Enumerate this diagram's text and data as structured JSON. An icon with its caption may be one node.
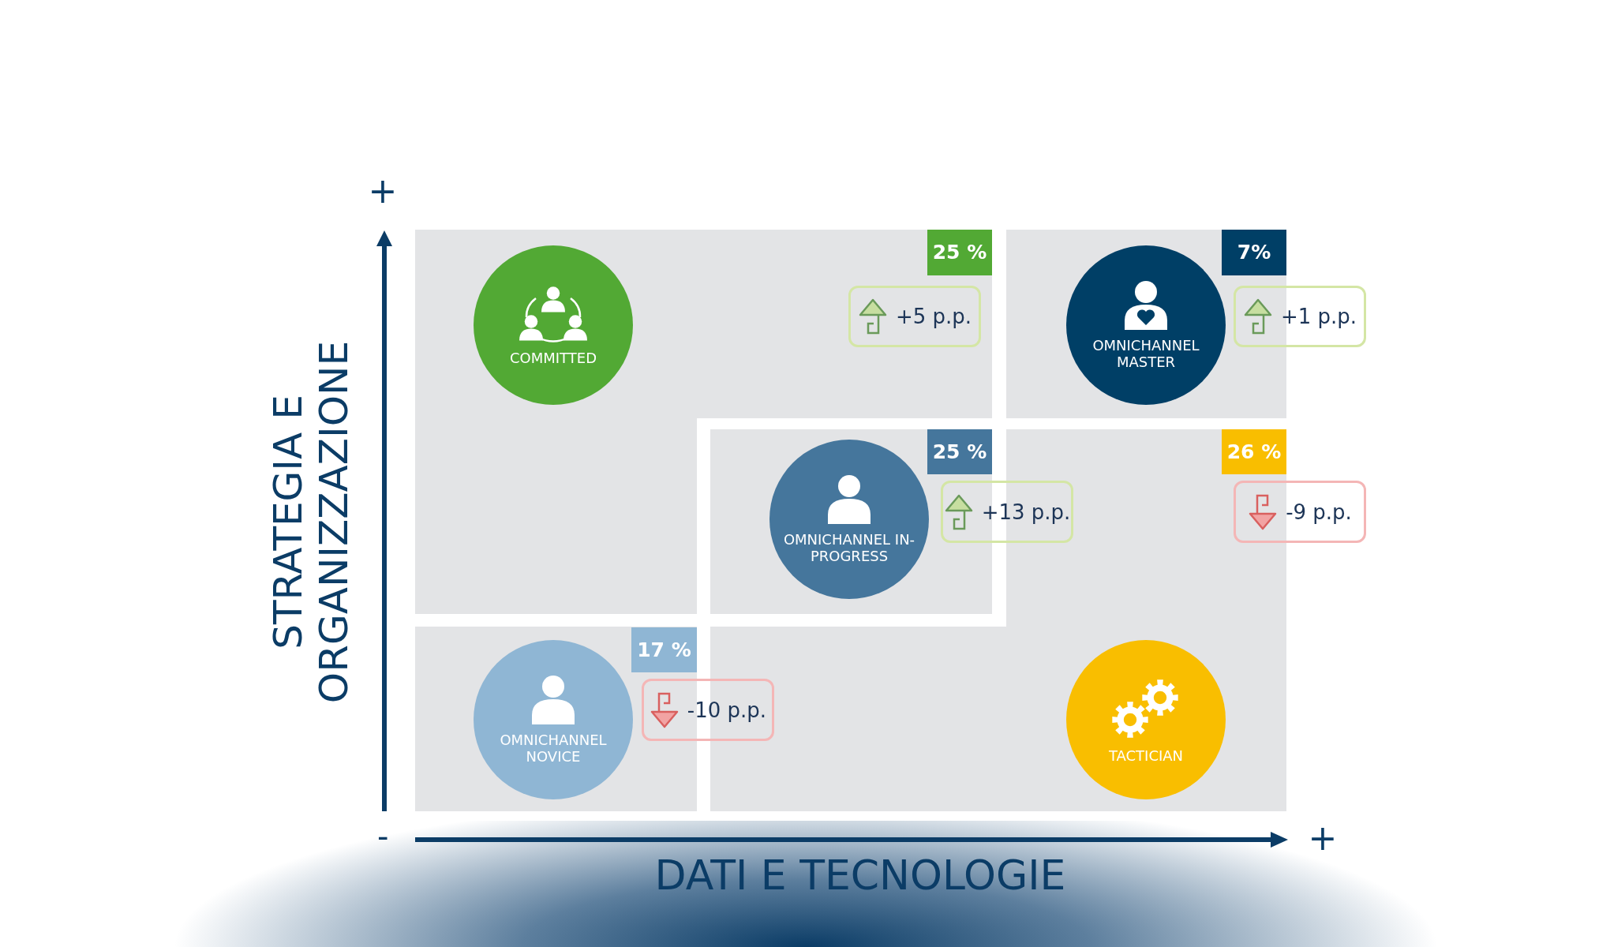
{
  "diagram": {
    "nodes": [
      {
        "text": [
          "COMMITTED"
        ]
      },
      {
        "text": [
          "25 %"
        ]
      },
      {
        "text": [
          "+5 p.p."
        ]
      },
      {
        "text": [
          "OMNICHANNEL MASTER"
        ]
      },
      {
        "text": [
          "7%"
        ]
      },
      {
        "text": [
          "+1 p.p."
        ]
      },
      {
        "text": [
          "OMNICHANNEL IN-PROGRESS"
        ]
      },
      {
        "text": [
          "25 %"
        ]
      },
      {
        "text": [
          "+13 p.p."
        ]
      },
      {
        "text": [
          "26 %"
        ]
      },
      {
        "text": [
          "-9 p.p."
        ]
      },
      {
        "text": [
          "OMNICHANNEL NOVICE"
        ]
      },
      {
        "text": [
          "17 %"
        ]
      },
      {
        "text": [
          "-10 p.p."
        ]
      },
      {
        "text": [
          "TACTICIAN"
        ]
      }
    ],
    "edges": [],
    "labels": [
      "+",
      "STRATEGIA E ORGANIZZAZIONE",
      "-",
      "+",
      "DATI E TECNOLOGIE"
    ]
  }
}
